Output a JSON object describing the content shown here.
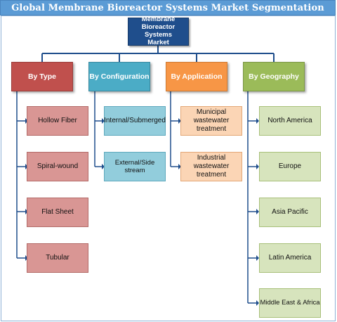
{
  "title": "Global Membrane Bioreactor Systems Market Segmentation",
  "root": {
    "lines": [
      "Membrane",
      "Bioreactor Systems",
      "Market"
    ]
  },
  "categories": [
    {
      "id": "type",
      "label": "By Type",
      "color": "#c0504d",
      "items": [
        [
          "Hollow Fiber"
        ],
        [
          "Spiral-wound"
        ],
        [
          "Flat Sheet"
        ],
        [
          "Tubular"
        ]
      ]
    },
    {
      "id": "configuration",
      "label": "By Configuration",
      "color": "#4bacc6",
      "items": [
        [
          "Internal/Submerged"
        ],
        [
          "External/Side stream"
        ]
      ]
    },
    {
      "id": "application",
      "label": "By Application",
      "color": "#f79646",
      "items": [
        [
          "Municipal",
          "wastewater",
          "treatment"
        ],
        [
          "Industrial",
          "wastewater",
          "treatment"
        ]
      ]
    },
    {
      "id": "geography",
      "label": "By Geography",
      "color": "#9bbb59",
      "items": [
        [
          "North America"
        ],
        [
          "Europe"
        ],
        [
          "Asia Pacific"
        ],
        [
          "Latin America"
        ],
        [
          "Middle East & Africa"
        ]
      ]
    }
  ],
  "colors": {
    "title_bar": "#5b9bd5",
    "root": "#1f4e8c",
    "connector": "#1f4e8c"
  }
}
